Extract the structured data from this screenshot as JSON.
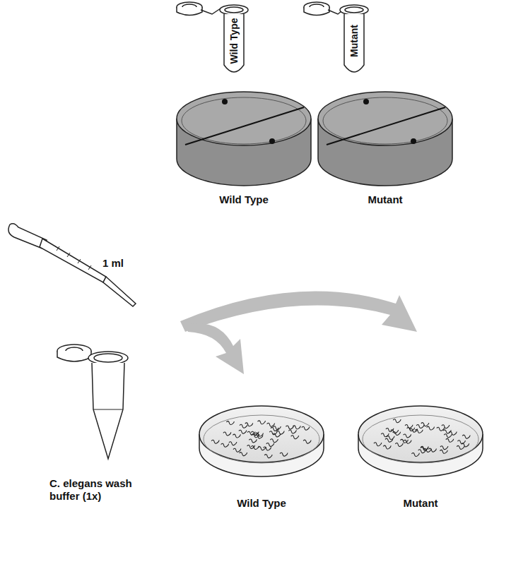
{
  "diagram": {
    "labels": [
      "Wild Type",
      "Mutant",
      "Wild Type",
      "Mutant",
      "1 ml",
      "C. elegans wash buffer (1x)",
      "Wild Type",
      "Mutant"
    ]
  }
}
